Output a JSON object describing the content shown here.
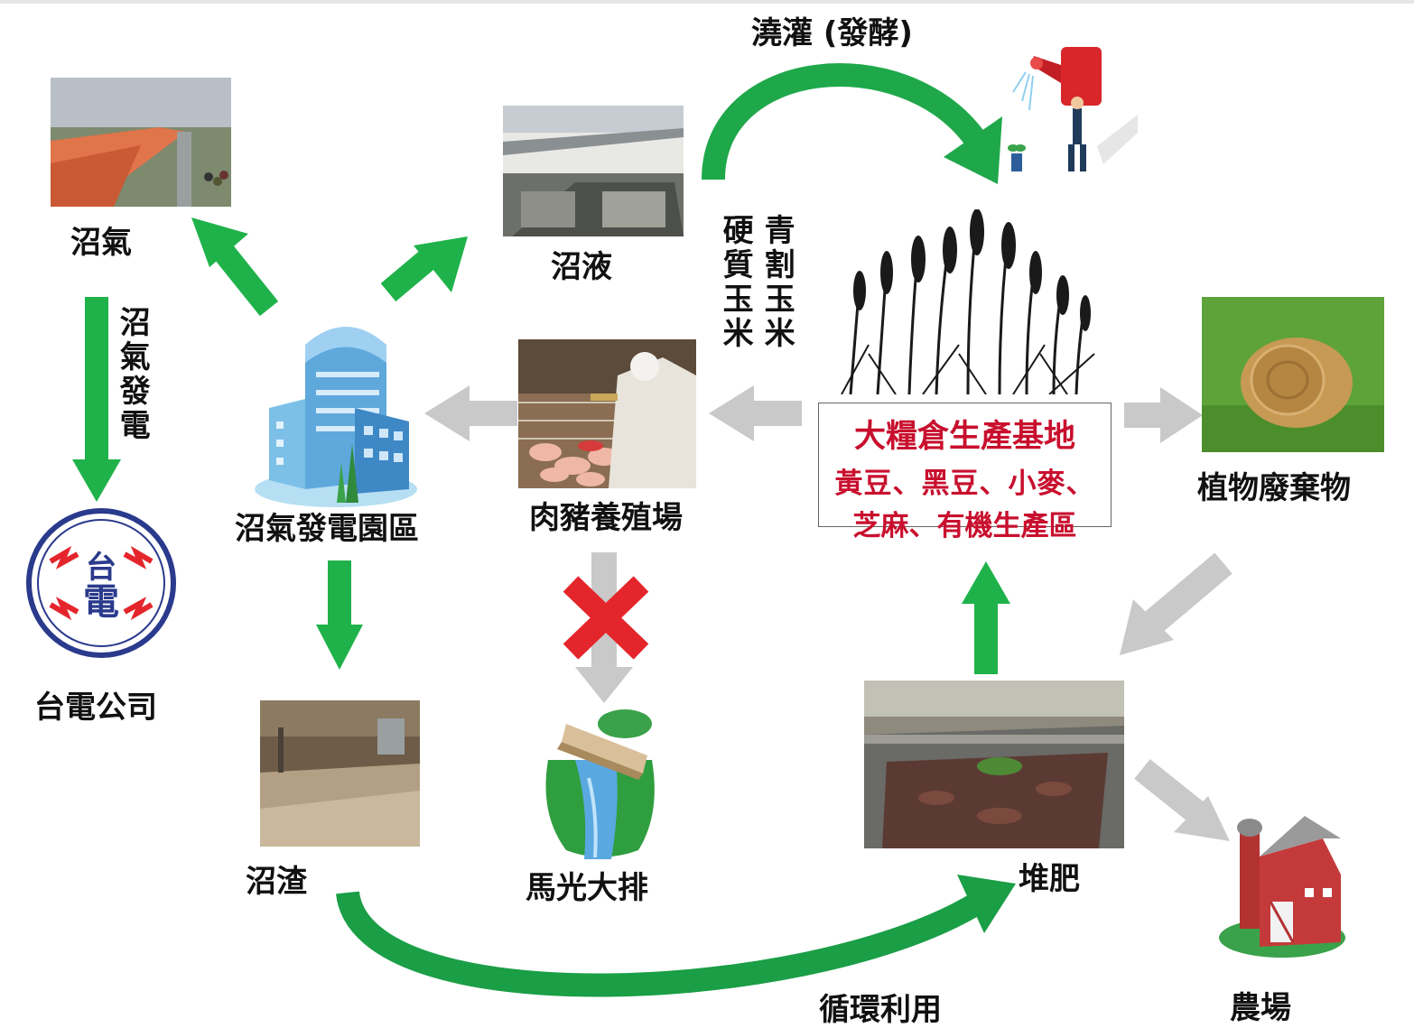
{
  "labels": {
    "biogas": "沼氣",
    "biogas_power_vertical": "沼氣發電",
    "taipower": "台電公司",
    "liquid": "沼液",
    "irrigation": "澆灌 (發酵)",
    "hard_corn": "硬質玉米",
    "silage_corn": "青割玉米",
    "plant": "沼氣發電園區",
    "pig_farm": "肉豬養殖場",
    "residue": "沼渣",
    "river": "馬光大排",
    "compost": "堆肥",
    "plant_waste": "植物廢棄物",
    "farm": "農場",
    "recycle": "循環利用"
  },
  "hub": {
    "title": "大糧倉生產基地",
    "line1": "黃豆、黑豆、小麥、",
    "line2": "芝麻、有機生產區"
  },
  "colors": {
    "green_arrow": "#1fb24a",
    "gray_arrow": "#c8c8c8",
    "red_text": "#c8102e",
    "red_cross": "#e4262c"
  }
}
